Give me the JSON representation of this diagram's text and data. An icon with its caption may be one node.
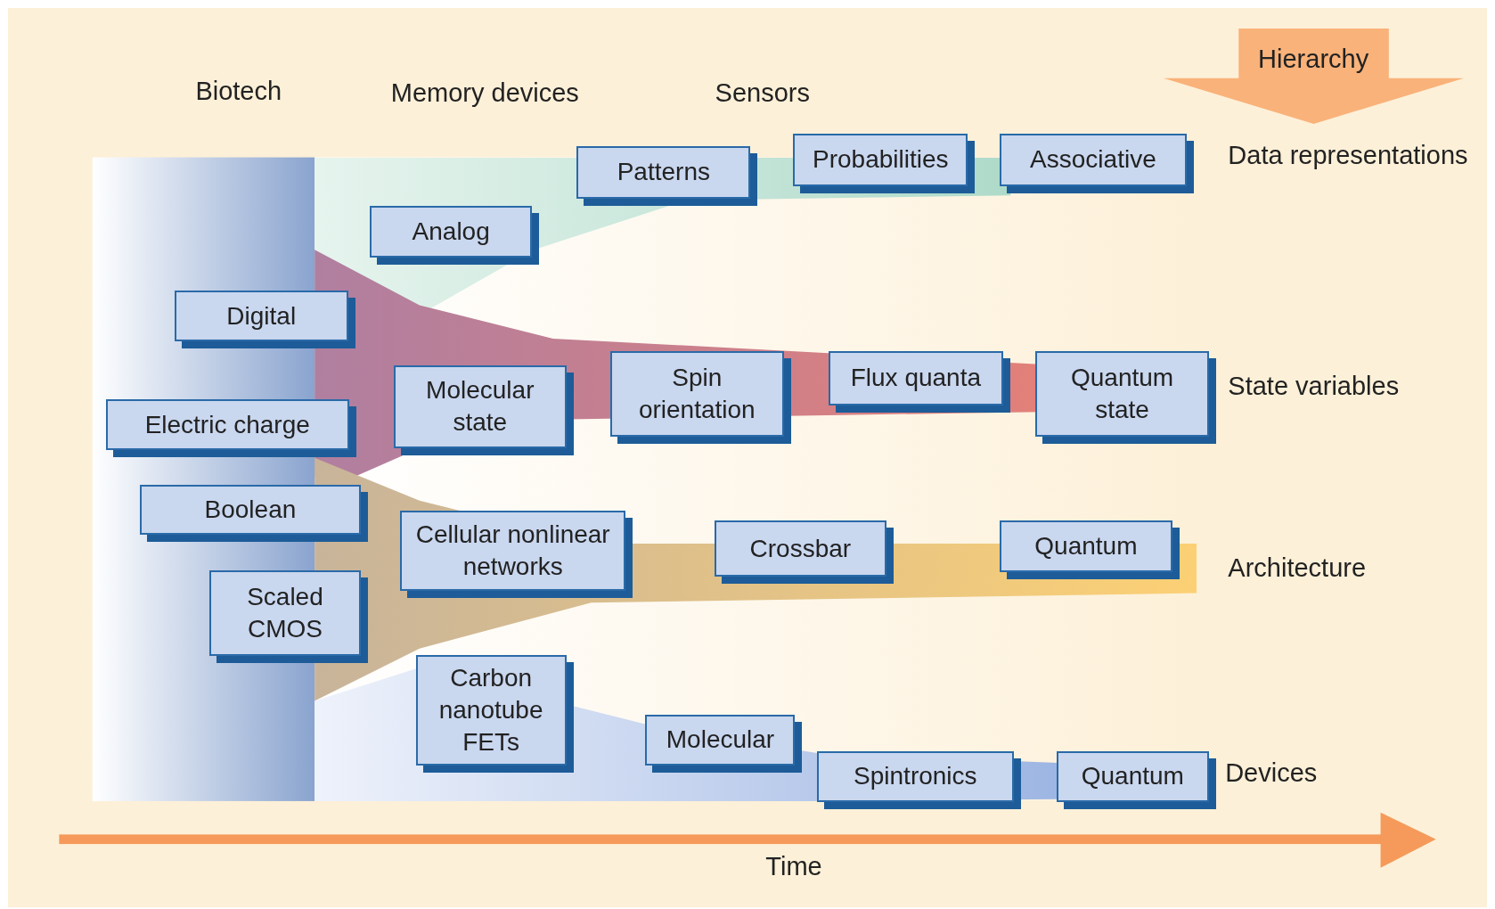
{
  "diagram": {
    "nodes": [
      {
        "text": [
          "Hierarchy"
        ]
      },
      {
        "text": [
          "Patterns"
        ]
      },
      {
        "text": [
          "Probabilities"
        ]
      },
      {
        "text": [
          "Associative"
        ]
      },
      {
        "text": [
          "Analog"
        ]
      },
      {
        "text": [
          "Digital"
        ]
      },
      {
        "text": [
          "Molecular state"
        ]
      },
      {
        "text": [
          "Spin orientation"
        ]
      },
      {
        "text": [
          "Flux quanta"
        ]
      },
      {
        "text": [
          "Quantum state"
        ]
      },
      {
        "text": [
          "Electric charge"
        ]
      },
      {
        "text": [
          "Boolean"
        ]
      },
      {
        "text": [
          "Cellular nonlinear networks"
        ]
      },
      {
        "text": [
          "Crossbar"
        ]
      },
      {
        "text": [
          "Quantum"
        ]
      },
      {
        "text": [
          "Scaled CMOS"
        ]
      },
      {
        "text": [
          "Carbon nanotube FETs"
        ]
      },
      {
        "text": [
          "Molecular"
        ]
      },
      {
        "text": [
          "Spintronics"
        ]
      },
      {
        "text": [
          "Quantum"
        ]
      }
    ],
    "labels": [
      "Biotech",
      "Memory devices",
      "Sensors",
      "Data representations",
      "State variables",
      "Architecture",
      "Devices",
      "Time"
    ]
  }
}
